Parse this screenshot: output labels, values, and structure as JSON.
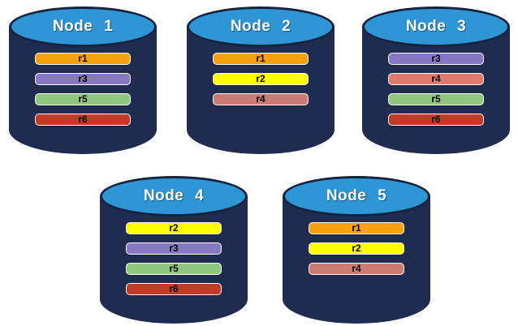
{
  "diagram": {
    "description": "Five database nodes with replica placement",
    "colors": {
      "cylinder_body": "#1F2C50",
      "cylinder_top": "#2E96D4",
      "cylinder_top_border": "#16233E",
      "node_label_text": "#FFFFFF",
      "bar_border": "#FFFFFF",
      "bar_text": "#000000",
      "background": "#FFFFFF"
    },
    "nodes": [
      {
        "label": "Node 1",
        "replicas": [
          {
            "id": "r1",
            "color": "#F9A00A"
          },
          {
            "id": "r3",
            "color": "#8878C4"
          },
          {
            "id": "r5",
            "color": "#8FC87D"
          },
          {
            "id": "r6",
            "color": "#C33A27"
          }
        ]
      },
      {
        "label": "Node 2",
        "replicas": [
          {
            "id": "r1",
            "color": "#F9A00A"
          },
          {
            "id": "r2",
            "color": "#FFFF00"
          },
          {
            "id": "r4",
            "color": "#CC7B72"
          }
        ]
      },
      {
        "label": "Node 3",
        "replicas": [
          {
            "id": "r3",
            "color": "#8878C4"
          },
          {
            "id": "r4",
            "color": "#E2796B"
          },
          {
            "id": "r5",
            "color": "#8FC87D"
          },
          {
            "id": "r6",
            "color": "#C33A27"
          }
        ]
      },
      {
        "label": "Node 4",
        "replicas": [
          {
            "id": "r2",
            "color": "#FFFF00"
          },
          {
            "id": "r3",
            "color": "#8878C4"
          },
          {
            "id": "r5",
            "color": "#8FC87D"
          },
          {
            "id": "r6",
            "color": "#C33A27"
          }
        ]
      },
      {
        "label": "Node 5",
        "replicas": [
          {
            "id": "r1",
            "color": "#F9A00A"
          },
          {
            "id": "r2",
            "color": "#FFFF00"
          },
          {
            "id": "r4",
            "color": "#CC7B72"
          }
        ]
      }
    ]
  }
}
